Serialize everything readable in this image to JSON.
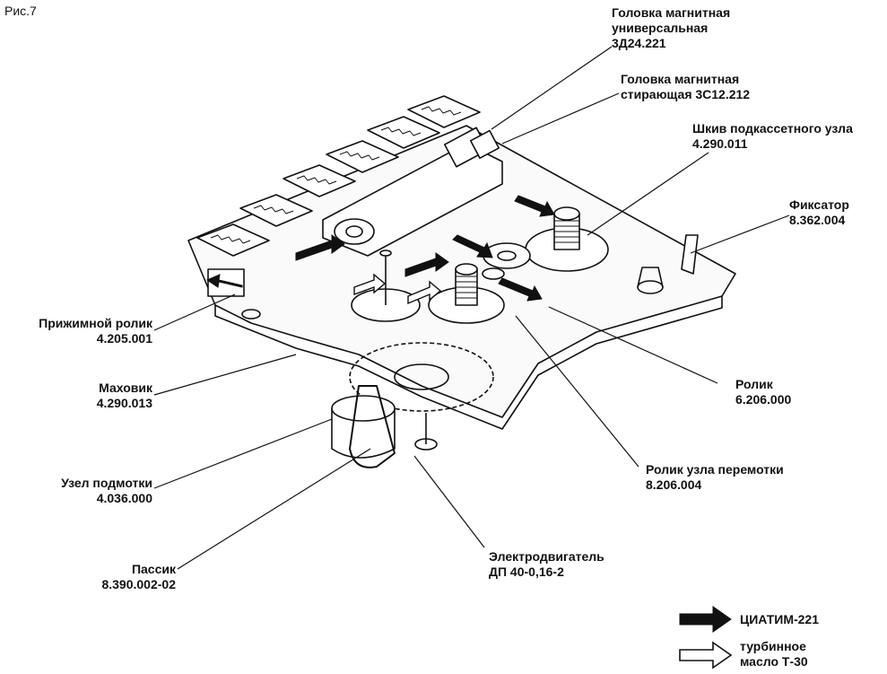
{
  "figure_label": "Рис.7",
  "callouts": {
    "universal_head": "Головка магнитная\nуниверсальная\n3Д24.221",
    "erase_head": "Головка магнитная\nстирающая 3С12.212",
    "cassette_pulley": "Шкив подкассетного узла\n4.290.011",
    "latch": "Фиксатор\n8.362.004",
    "pinch_roller": "Прижимной ролик\n4.205.001",
    "flywheel": "Маховик\n4.290.013",
    "take_up_unit": "Узел подмотки\n4.036.000",
    "belt": "Пассик\n8.390.002-02",
    "roller": "Ролик\n6.206.000",
    "rewind_roller": "Ролик узла перемотки\n8.206.004",
    "motor": "Электродвигатель\nДП 40-0,16-2"
  },
  "legend": {
    "grease": "ЦИАТИМ-221",
    "oil": "турбинное\nмасло Т-30"
  },
  "colors": {
    "ink": "#111111",
    "grease_arrow": "#111111",
    "oil_arrow": "#ffffff"
  }
}
